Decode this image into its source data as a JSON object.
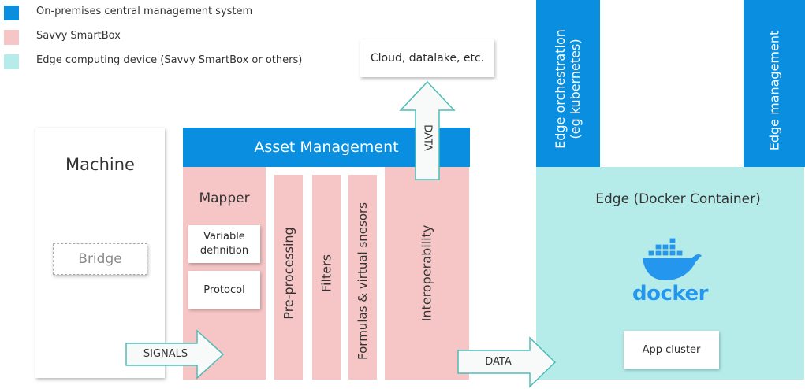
{
  "legend": {
    "items": [
      {
        "label": "On-premises central management system",
        "color": "#0a8fe0"
      },
      {
        "label": "Savvy SmartBox",
        "color": "#f6c6c6"
      },
      {
        "label": "Edge computing device (Savvy SmartBox or others)",
        "color": "#b5ecea"
      }
    ]
  },
  "cloud": {
    "label": "Cloud, datalake, etc."
  },
  "machine": {
    "title": "Machine",
    "bridge": "Bridge",
    "signals": "SIGNALS"
  },
  "asset": {
    "header": "Asset Management",
    "mapper": {
      "title": "Mapper",
      "variable_definition": "Variable definition",
      "protocol": "Protocol"
    },
    "columns": {
      "preprocessing": "Pre-processing",
      "filters": "Filters",
      "formulas": "Formulas & virtual snesors",
      "interoperability": "Interoperability"
    },
    "data_up": "DATA",
    "data_right": "DATA"
  },
  "edge": {
    "orchestration_line1": "Edge orchestration",
    "orchestration_line2": "(eg kubernetes)",
    "management": "Edge management",
    "container_title": "Edge (Docker Container)",
    "docker_wordmark": "docker",
    "app_cluster": "App cluster"
  },
  "colors": {
    "blue": "#0a8fe0",
    "pink": "#f6c6c6",
    "cyan": "#b5ecea",
    "arrow_fill": "#f8fafa",
    "arrow_stroke": "#4bbdb8"
  }
}
